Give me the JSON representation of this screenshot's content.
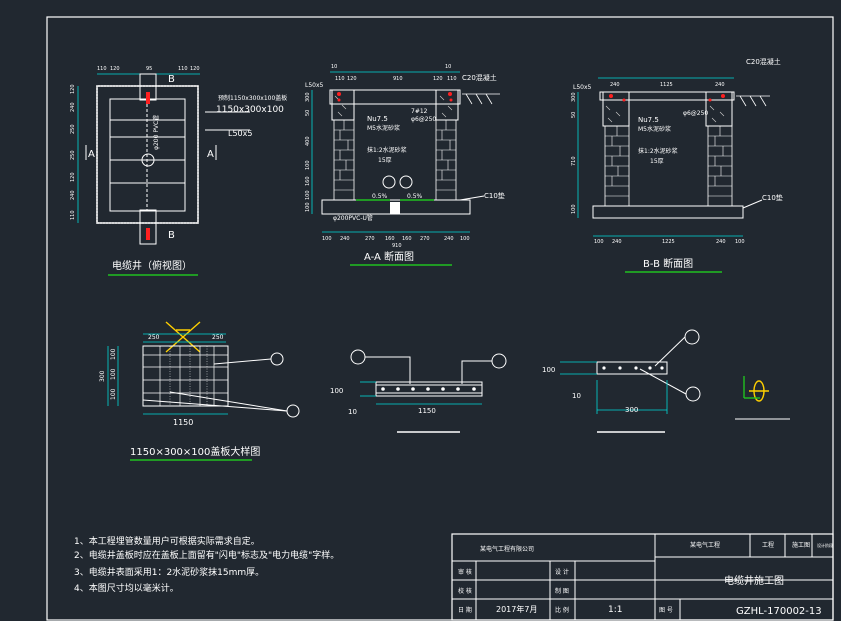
{
  "plan": {
    "caption": "电缆井（俯视图）",
    "dims_top": [
      "110",
      "120",
      "95",
      "110",
      "120"
    ],
    "marks": {
      "a_left": "A",
      "a_right": "A",
      "b_top": "B",
      "b_bottom": "B"
    },
    "notes": [
      "预制1150x300x100盖板",
      "1150x300x100",
      "φ200 PVC管",
      "L50x5"
    ],
    "dims_left": [
      "120",
      "240",
      "250",
      "250",
      "120",
      "240",
      "110"
    ]
  },
  "section_a": {
    "caption": "A-A 断面图",
    "labels": [
      "L50x5",
      "C20混凝土",
      "Nu7.5",
      "M5水泥砂浆",
      "抹1:2水泥砂浆",
      "15厚",
      "7#12",
      "φ6@250",
      "0.5%",
      "0.5%",
      "φ200PVC-U管",
      "C10垫"
    ],
    "dims_top": [
      "10",
      "110",
      "120",
      "910",
      "10",
      "120",
      "110"
    ],
    "dims_left": [
      "300",
      "50",
      "400",
      "100",
      "160",
      "100",
      "100"
    ],
    "dims_bottom": [
      "100",
      "240",
      "270",
      "160",
      "160",
      "270",
      "240",
      "100"
    ],
    "dim_total": "910"
  },
  "section_b": {
    "caption": "B-B 断面图",
    "labels": [
      "L50x5",
      "C20混凝土",
      "Nu7.5",
      "M5水泥砂浆",
      "φ6@250",
      "抹1:2水泥砂浆",
      "15厚",
      "C10垫"
    ],
    "dims_top": [
      "240",
      "1125",
      "240"
    ],
    "dims_left": [
      "300",
      "50",
      "710",
      "100"
    ],
    "dims_bottom": [
      "100",
      "240",
      "1225",
      "240",
      "100"
    ]
  },
  "slab_detail": {
    "caption": "1150×300×100盖板大样图",
    "dims": [
      "250",
      "250",
      "300",
      "1150",
      "100",
      "100",
      "100"
    ]
  },
  "slab_section1": {
    "dims": [
      "100",
      "10",
      "1150"
    ]
  },
  "slab_section2": {
    "dims": [
      "100",
      "10",
      "300"
    ]
  },
  "notes": [
    "1、本工程埋管数量用户可根据实际需求自定。",
    "2、电缆井盖板时应在盖板上面留有\"闪电\"标志及\"电力电缆\"字样。",
    "3、电缆井表面采用1：2水泥砂浆抹15mm厚。",
    "4、本图尺寸均以毫米计。"
  ],
  "title_block": {
    "company": "某电气工程有限公司",
    "row_labels": [
      "审 核",
      "校 核",
      "日 期"
    ],
    "mid_labels": [
      "设 计",
      "制 图",
      "比 例"
    ],
    "date": "2017年7月",
    "scale": "1:1",
    "project_label": "某电气工程",
    "stage": "工程",
    "doc_type": "施工图",
    "doc_mark": "设计阶段",
    "drawing_title": "电缆井施工图",
    "number_label": "图 号",
    "drawing_number": "GZHL-170002-13"
  }
}
